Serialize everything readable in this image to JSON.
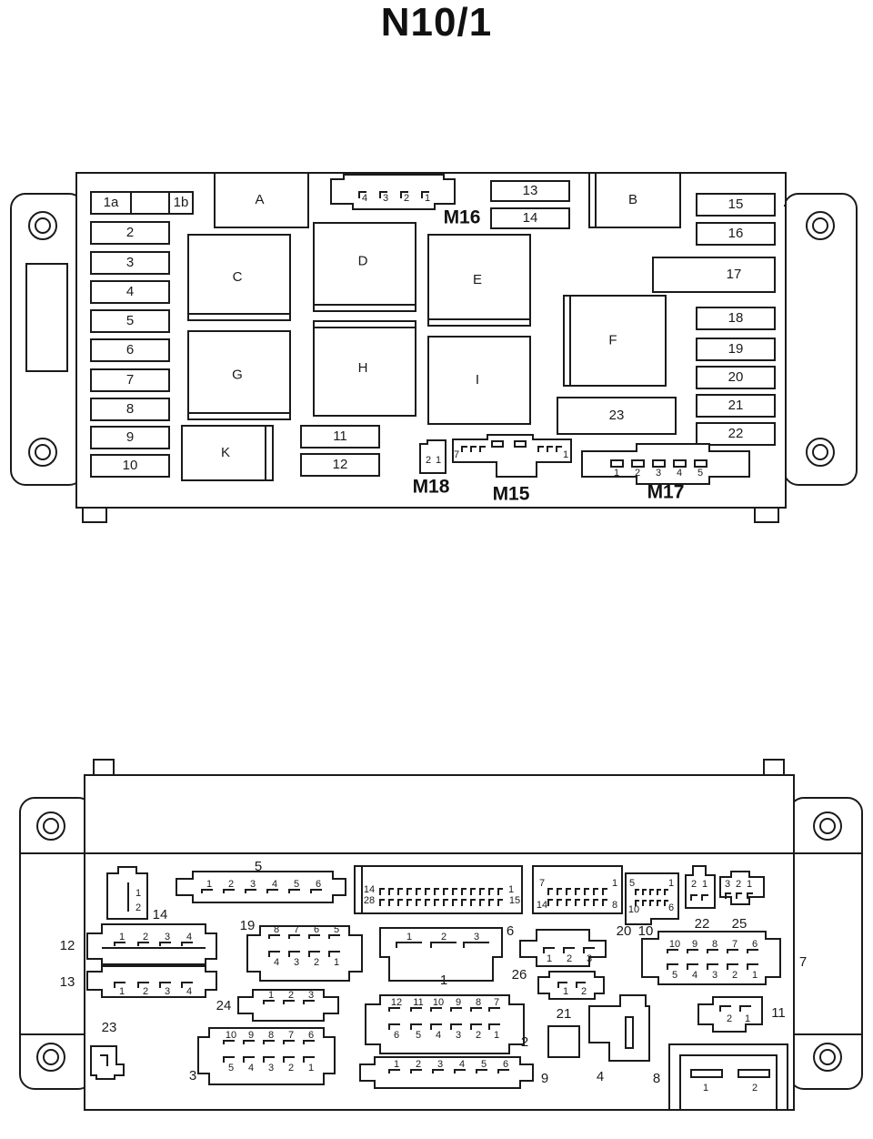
{
  "title": "N10/1",
  "top_view": {
    "fuses_left": [
      "1a",
      "1b",
      "2",
      "3",
      "4",
      "5",
      "6",
      "7",
      "8",
      "9",
      "10"
    ],
    "fuses_center": [
      "11",
      "12",
      "13",
      "14"
    ],
    "fuses_right": [
      "15",
      "16",
      "17",
      "18",
      "19",
      "20",
      "21",
      "22",
      "23"
    ],
    "relays": [
      "A",
      "B",
      "C",
      "D",
      "E",
      "F",
      "G",
      "H",
      "I",
      "K"
    ],
    "connectors": [
      {
        "name": "M16",
        "pins": [
          "4",
          "3",
          "2",
          "1"
        ]
      },
      {
        "name": "M18",
        "pins": [
          "2",
          "1"
        ]
      },
      {
        "name": "M15",
        "pins": [
          "7",
          "1"
        ]
      },
      {
        "name": "M17",
        "pins": [
          "1",
          "2",
          "3",
          "4",
          "5"
        ]
      }
    ]
  },
  "bottom_view": {
    "connectors": [
      {
        "id": "1",
        "pins": [
          "1",
          "2",
          "3"
        ]
      },
      {
        "id": "2",
        "pins": [
          "12",
          "11",
          "10",
          "9",
          "8",
          "7",
          "6",
          "5",
          "4",
          "3",
          "2",
          "1"
        ]
      },
      {
        "id": "3",
        "pins": [
          "10",
          "9",
          "8",
          "7",
          "6",
          "5",
          "4",
          "3",
          "2",
          "1"
        ]
      },
      {
        "id": "4",
        "pins": []
      },
      {
        "id": "5",
        "pins": [
          "1",
          "2",
          "3",
          "4",
          "5",
          "6"
        ]
      },
      {
        "id": "6",
        "pins": [
          "14",
          "28",
          "1",
          "15"
        ]
      },
      {
        "id": "7",
        "pins": [
          "10",
          "9",
          "8",
          "7",
          "6",
          "5",
          "4",
          "3",
          "2",
          "1"
        ]
      },
      {
        "id": "8",
        "pins": [
          "1",
          "2"
        ]
      },
      {
        "id": "9",
        "pins": [
          "1",
          "2",
          "3",
          "4",
          "5",
          "6"
        ]
      },
      {
        "id": "10",
        "pins": [
          "5",
          "1",
          "10",
          "6"
        ]
      },
      {
        "id": "11",
        "pins": [
          "2",
          "1"
        ]
      },
      {
        "id": "12",
        "pins": [
          "1",
          "2",
          "3",
          "4"
        ]
      },
      {
        "id": "13",
        "pins": [
          "1",
          "2",
          "3",
          "4"
        ]
      },
      {
        "id": "14",
        "pins": [
          "1",
          "2"
        ]
      },
      {
        "id": "19",
        "pins": [
          "8",
          "7",
          "6",
          "5",
          "4",
          "3",
          "2",
          "1"
        ]
      },
      {
        "id": "20",
        "pins": [
          "7",
          "1",
          "14",
          "8"
        ]
      },
      {
        "id": "21",
        "pins": []
      },
      {
        "id": "22",
        "pins": [
          "2",
          "1"
        ]
      },
      {
        "id": "23",
        "pins": []
      },
      {
        "id": "24",
        "pins": [
          "1",
          "2",
          "3"
        ]
      },
      {
        "id": "25",
        "pins": [
          "3",
          "2",
          "1"
        ]
      },
      {
        "id": "26",
        "pins": [
          "1",
          "2",
          "3"
        ]
      }
    ],
    "socket_26_pins": [
      "1",
      "2"
    ]
  }
}
